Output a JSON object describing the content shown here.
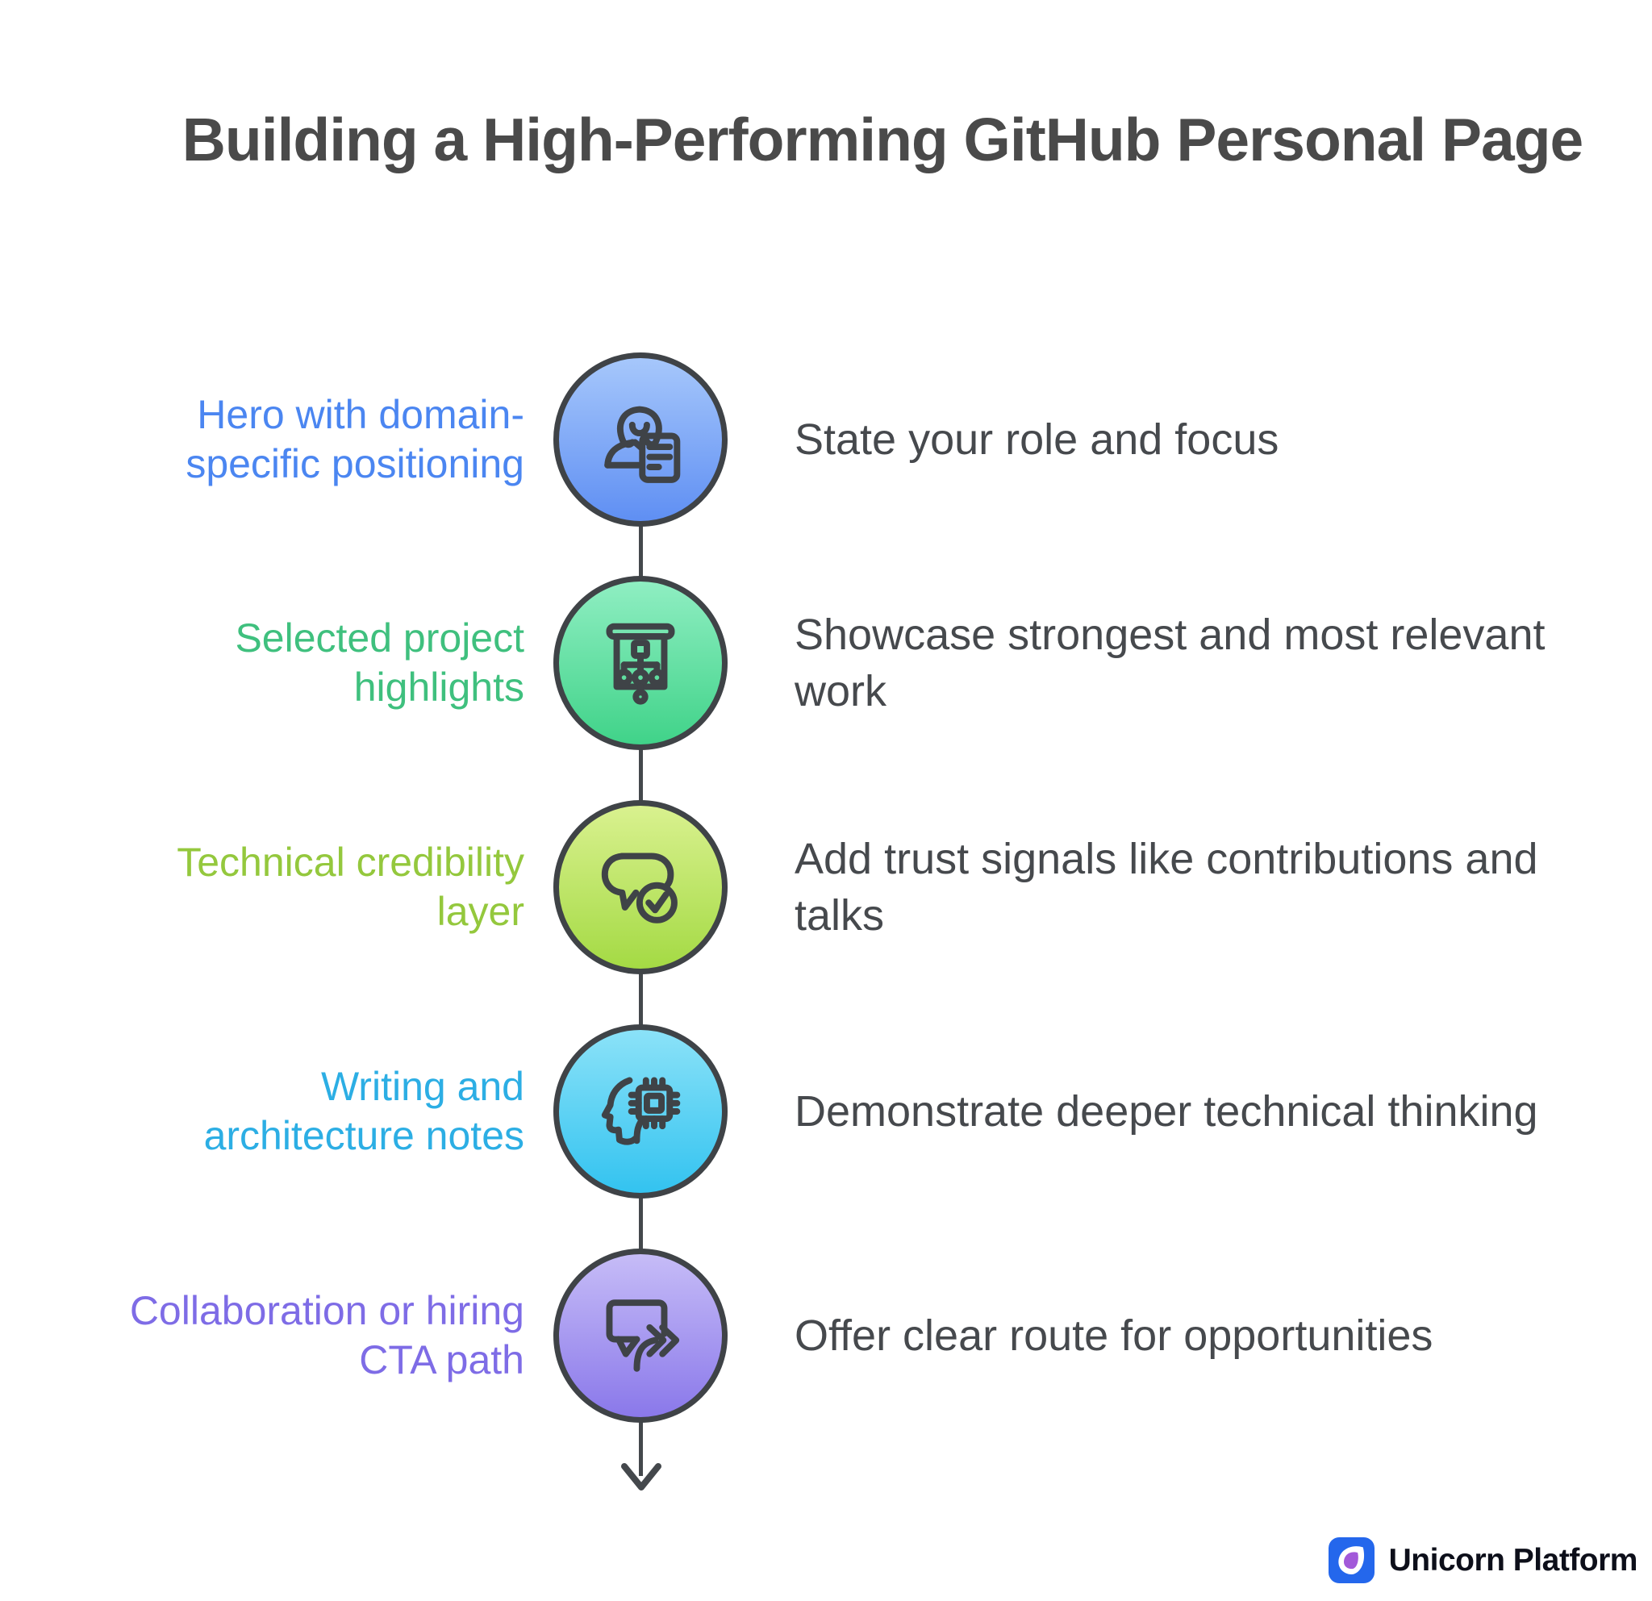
{
  "title": "Building a High-Performing GitHub Personal Page",
  "steps": [
    {
      "label": "Hero with domain-specific positioning",
      "description": "State your role and focus",
      "icon": "person-profile-card-icon",
      "label_color": "#4b86f1",
      "circle_top": "#a6c7fb",
      "circle_bottom": "#5f8ff3"
    },
    {
      "label": "Selected project highlights",
      "description": "Showcase strongest and most relevant work",
      "icon": "presentation-flowchart-icon",
      "label_color": "#3fc07e",
      "circle_top": "#8feec2",
      "circle_bottom": "#40d389"
    },
    {
      "label": "Technical credibility layer",
      "description": "Add trust signals like contributions and talks",
      "icon": "speech-bubble-check-icon",
      "label_color": "#94c83d",
      "circle_top": "#d9f18f",
      "circle_bottom": "#a4da44"
    },
    {
      "label": "Writing and architecture notes",
      "description": "Demonstrate deeper technical thinking",
      "icon": "head-chip-icon",
      "label_color": "#2caee4",
      "circle_top": "#8be2f8",
      "circle_bottom": "#33c3f0"
    },
    {
      "label": "Collaboration or hiring CTA path",
      "description": "Offer clear route for opportunities",
      "icon": "speech-bubble-forward-icon",
      "label_color": "#7e6ce6",
      "circle_top": "#c6bcf7",
      "circle_bottom": "#8a78ea"
    }
  ],
  "timeline": {
    "line_color": "#44484c",
    "icon_stroke": "#3f4347"
  },
  "text_colors": {
    "title": "#4a4a4a",
    "description": "#46494d"
  },
  "footer": {
    "brand": "Unicorn Platform",
    "logo_blue": "#2467ec",
    "logo_drop_purple": "#a259d9"
  }
}
